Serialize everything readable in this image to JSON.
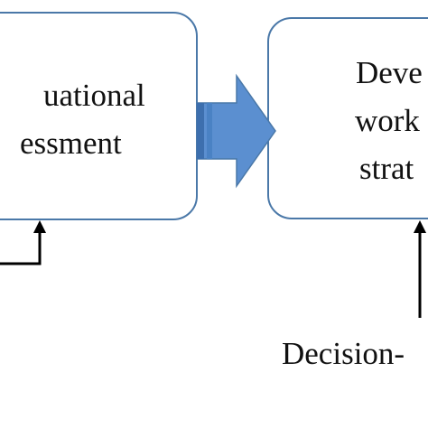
{
  "diagram": {
    "left_box": {
      "line1": "uational",
      "line2": "essment"
    },
    "right_box": {
      "line1": "Deve",
      "line2": "work",
      "line3": "strat"
    },
    "bottom_label": "Decision-",
    "colors": {
      "box_border": "#4a78a8",
      "arrow_fill": "#5b8fd0",
      "arrow_dark": "#3d6fae",
      "connector": "#000000"
    }
  }
}
